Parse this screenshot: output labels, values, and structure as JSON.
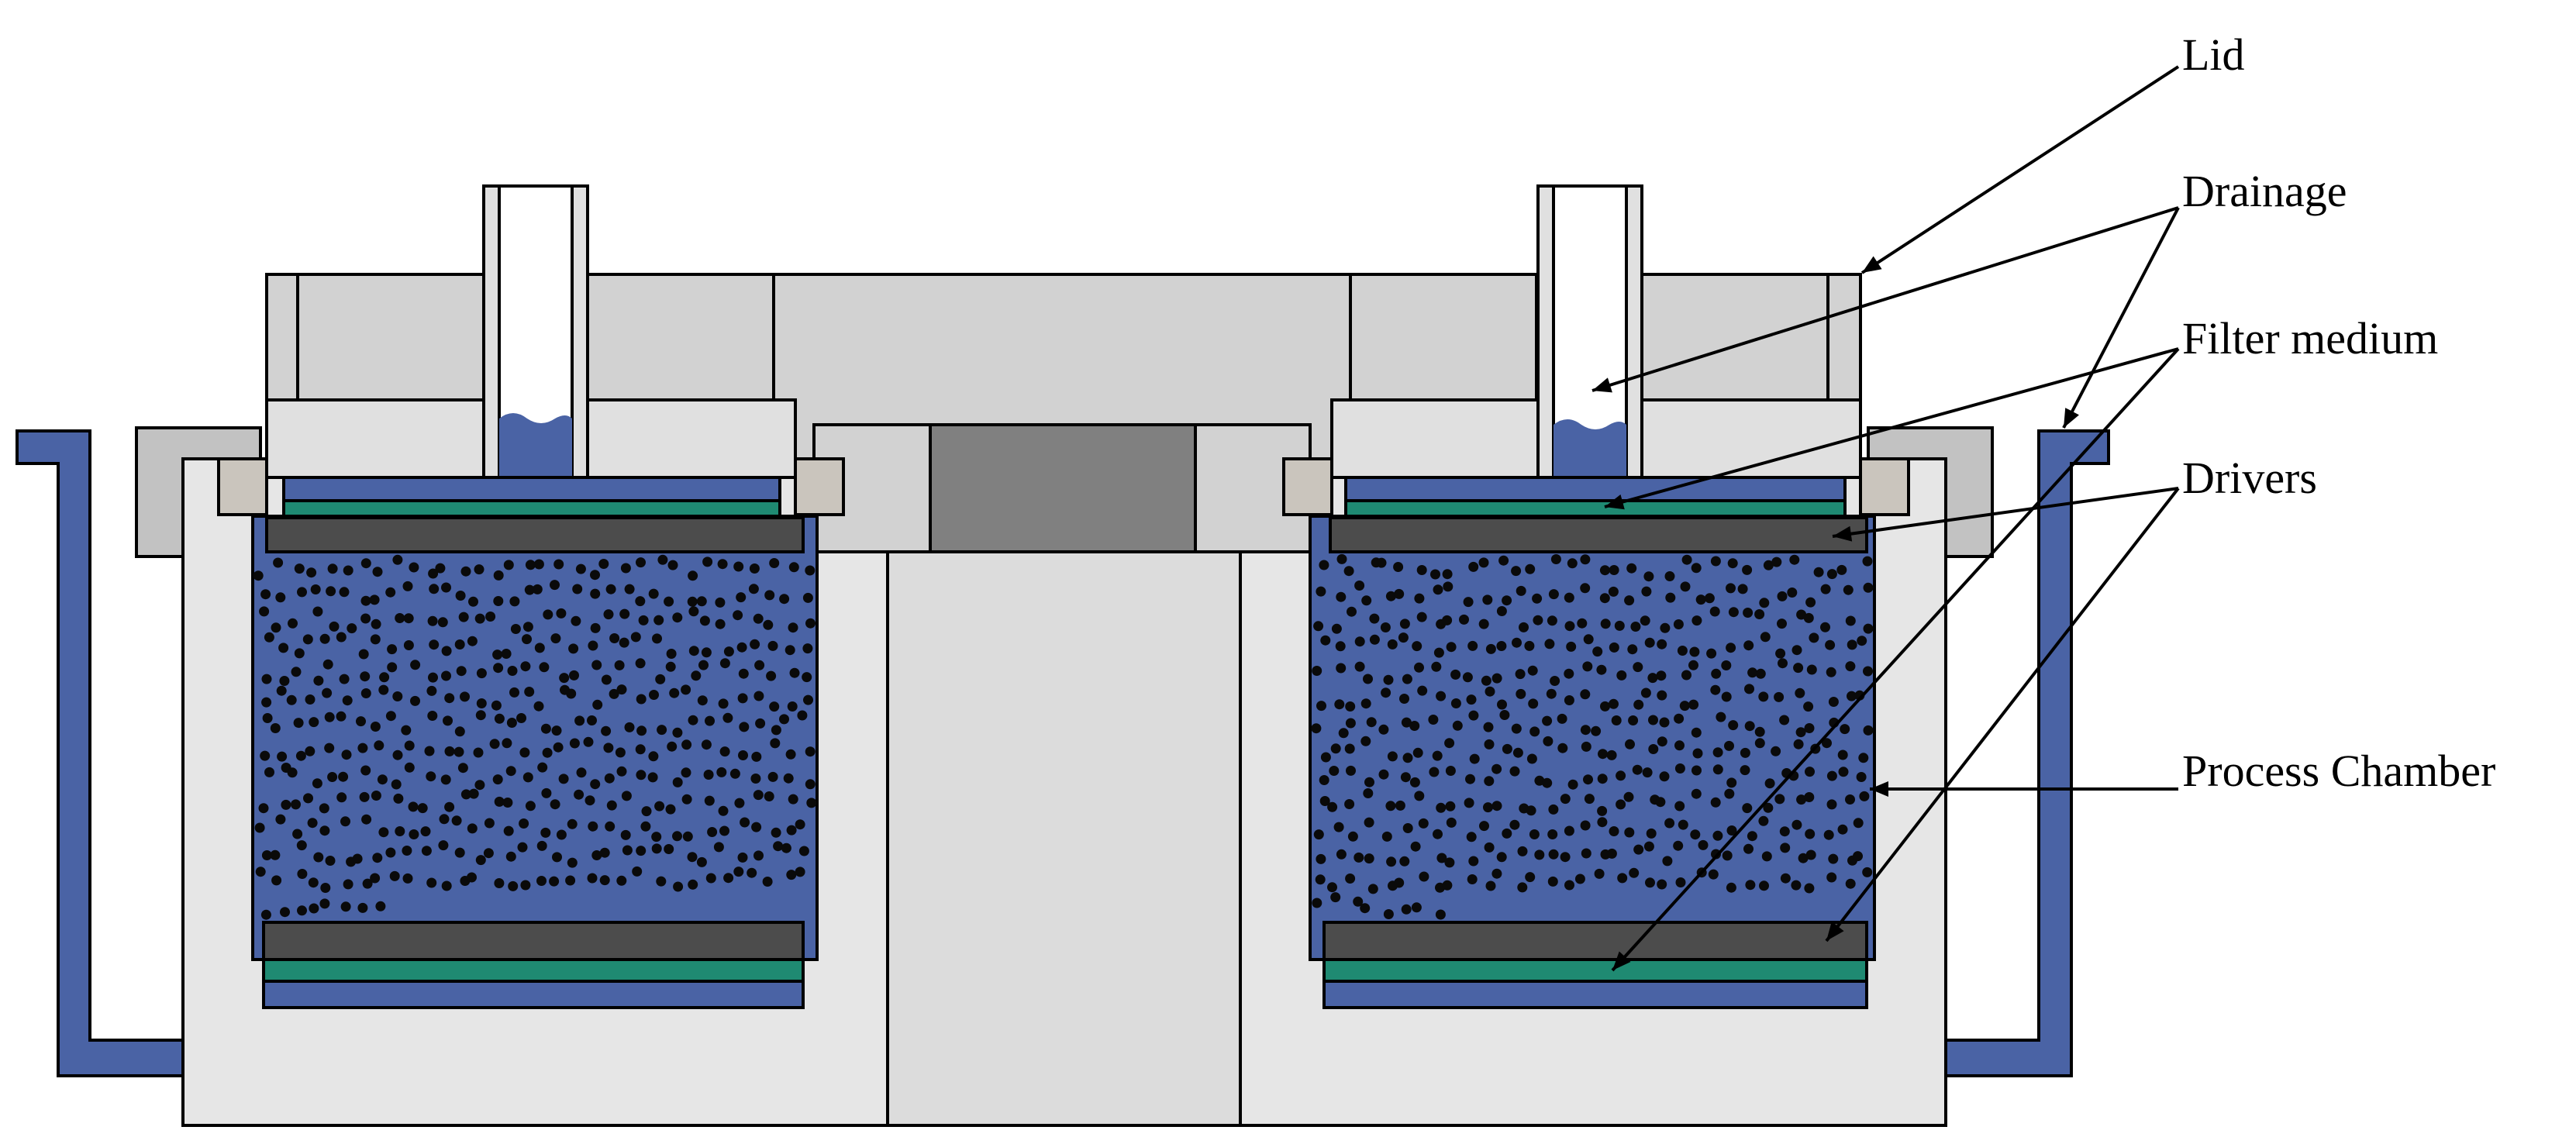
{
  "labels": {
    "lid": "Lid",
    "drainage": "Drainage",
    "filter_medium": "Filter medium",
    "drivers": "Drivers",
    "process_chamber": "Process Chamber"
  },
  "colors": {
    "outer_pipe": "#4a63a5",
    "chamber_body": "#e6e6e6",
    "lid_body": "#d2d2d2",
    "lid_inner": "#e0e0e0",
    "side_block": "#c2c2c2",
    "center_plug": "#808080",
    "seal": "#cac5bd",
    "filter_green": "#1f8a72",
    "driver_dark": "#4c4c4c",
    "media_blue": "#4a63a5",
    "media_dots": "#0a0a0a"
  },
  "media": {
    "dot_count": 900,
    "dot_seed": 7
  }
}
